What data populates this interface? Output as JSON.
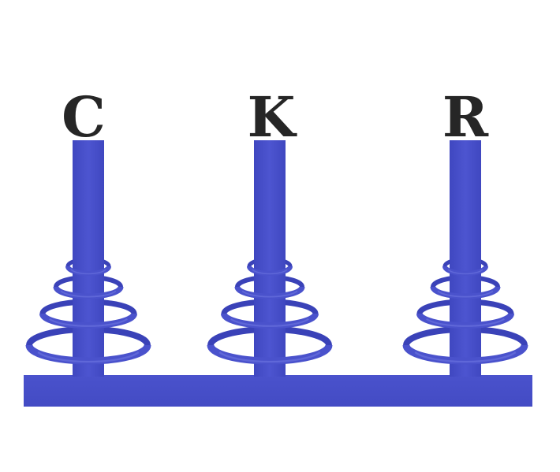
{
  "pegs": [
    {
      "label": "C",
      "rings": 4
    },
    {
      "label": "K",
      "rings": 4
    },
    {
      "label": "R",
      "rings": 4
    }
  ],
  "colors": {
    "structure": "#4a52cc",
    "structure_dark": "#3a42b8",
    "structure_light": "#6e76e0",
    "label": "#262626",
    "background": "#ffffff"
  }
}
